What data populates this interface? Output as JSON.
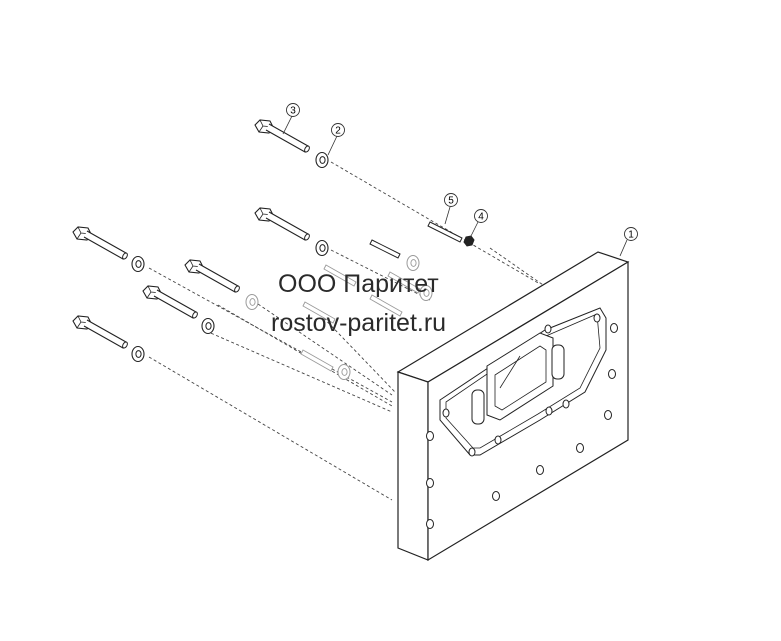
{
  "watermark": {
    "company": "ООО Паритет",
    "site": "rostov-paritet.ru"
  },
  "callouts": [
    {
      "number": "1",
      "part": "plate"
    },
    {
      "number": "2",
      "part": "washer"
    },
    {
      "number": "3",
      "part": "bolt"
    },
    {
      "number": "4",
      "part": "nut"
    },
    {
      "number": "5",
      "part": "stud"
    }
  ]
}
